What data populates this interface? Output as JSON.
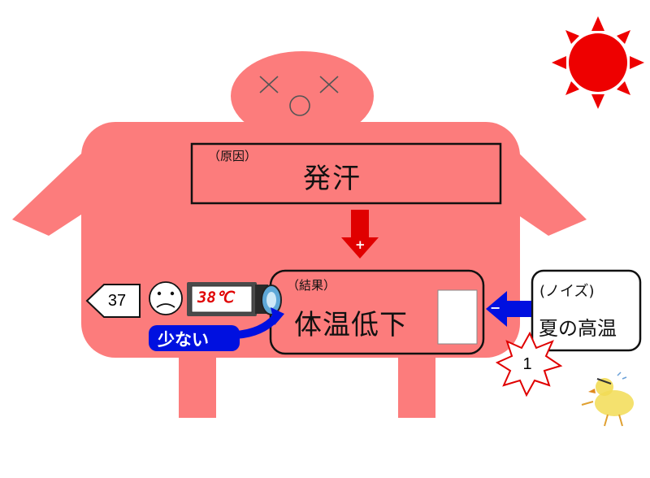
{
  "cause": {
    "tag": "（原因）",
    "text": "発汗"
  },
  "result": {
    "tag": "（結果）",
    "text": "体温低下"
  },
  "noise": {
    "tag": "(ノイズ)",
    "text": "夏の高温"
  },
  "thermometer": {
    "reading": "38℃"
  },
  "feedback_label": "少ない",
  "diamond_value": "37",
  "burst_value": "1",
  "arrow_signs": {
    "cause_to_result": "+",
    "noise_to_result": "−"
  },
  "colors": {
    "body": "#fc7c7c",
    "sun": "#ee0000",
    "arrow_red": "#e00000",
    "arrow_blue": "#0010e0"
  }
}
